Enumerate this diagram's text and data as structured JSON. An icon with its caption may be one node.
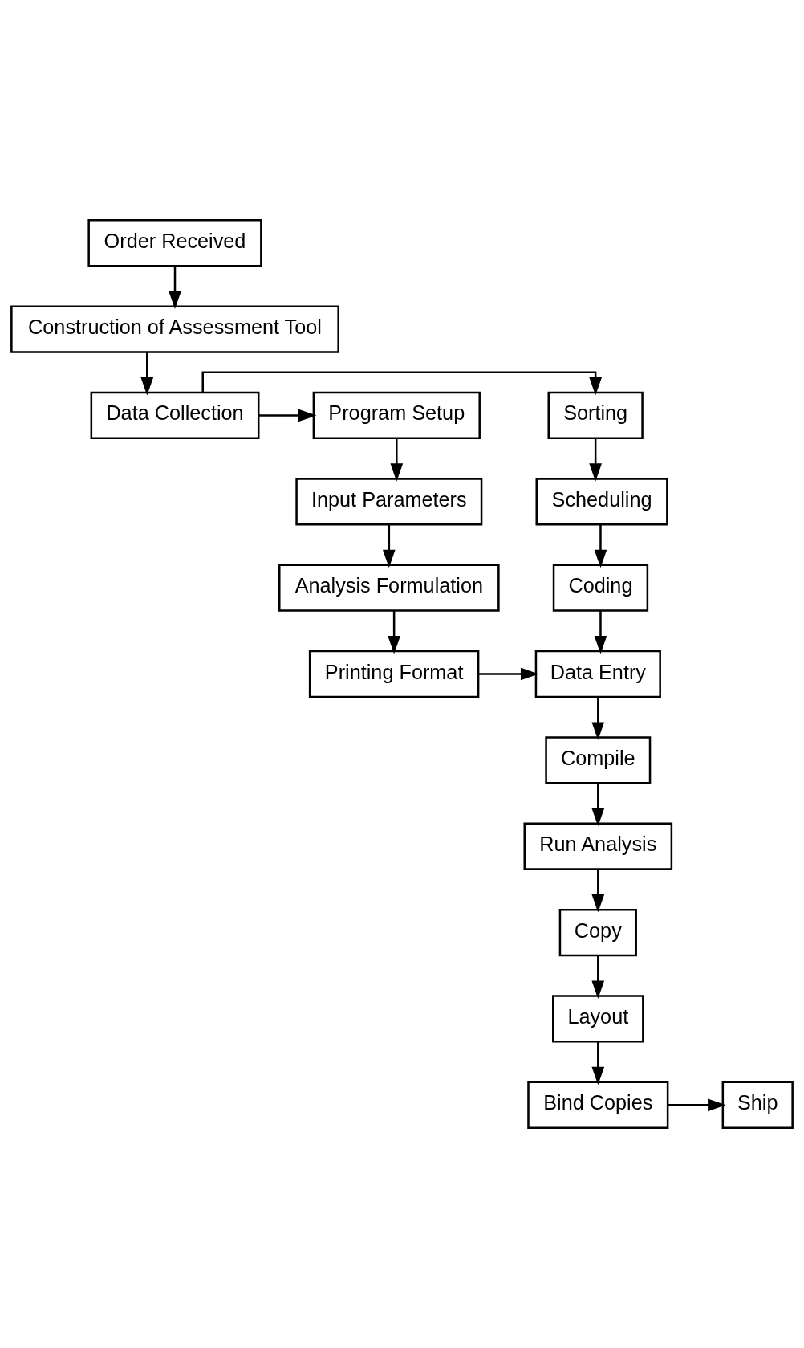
{
  "diagram": {
    "nodes": [
      {
        "text": [
          "Order Received"
        ]
      },
      {
        "text": [
          "Construction of Assessment Tool"
        ]
      },
      {
        "text": [
          "Data Collection"
        ]
      },
      {
        "text": [
          "Program Setup"
        ]
      },
      {
        "text": [
          "Sorting"
        ]
      },
      {
        "text": [
          "Input Parameters"
        ]
      },
      {
        "text": [
          "Scheduling"
        ]
      },
      {
        "text": [
          "Analysis Formulation"
        ]
      },
      {
        "text": [
          "Coding"
        ]
      },
      {
        "text": [
          "Printing Format"
        ]
      },
      {
        "text": [
          "Data Entry"
        ]
      },
      {
        "text": [
          "Compile"
        ]
      },
      {
        "text": [
          "Run Analysis"
        ]
      },
      {
        "text": [
          "Copy"
        ]
      },
      {
        "text": [
          "Layout"
        ]
      },
      {
        "text": [
          "Bind Copies"
        ]
      },
      {
        "text": [
          "Ship"
        ]
      }
    ],
    "edges": [
      {
        "from": 0,
        "to": 1,
        "arrow": "to"
      },
      {
        "from": 1,
        "to": 2,
        "arrow": "to"
      },
      {
        "from": 2,
        "to": 3,
        "arrow": "to"
      },
      {
        "from": 2,
        "to": 4,
        "arrow": "to"
      },
      {
        "from": 3,
        "to": 5,
        "arrow": "to"
      },
      {
        "from": 4,
        "to": 6,
        "arrow": "to"
      },
      {
        "from": 5,
        "to": 7,
        "arrow": "to"
      },
      {
        "from": 6,
        "to": 8,
        "arrow": "to"
      },
      {
        "from": 7,
        "to": 9,
        "arrow": "to"
      },
      {
        "from": 9,
        "to": 10,
        "arrow": "to"
      },
      {
        "from": 8,
        "to": 10,
        "arrow": "to"
      },
      {
        "from": 10,
        "to": 11,
        "arrow": "to"
      },
      {
        "from": 11,
        "to": 12,
        "arrow": "to"
      },
      {
        "from": 12,
        "to": 13,
        "arrow": "to"
      },
      {
        "from": 13,
        "to": 14,
        "arrow": "to"
      },
      {
        "from": 14,
        "to": 15,
        "arrow": "to"
      },
      {
        "from": 15,
        "to": 16,
        "arrow": "to"
      }
    ]
  }
}
